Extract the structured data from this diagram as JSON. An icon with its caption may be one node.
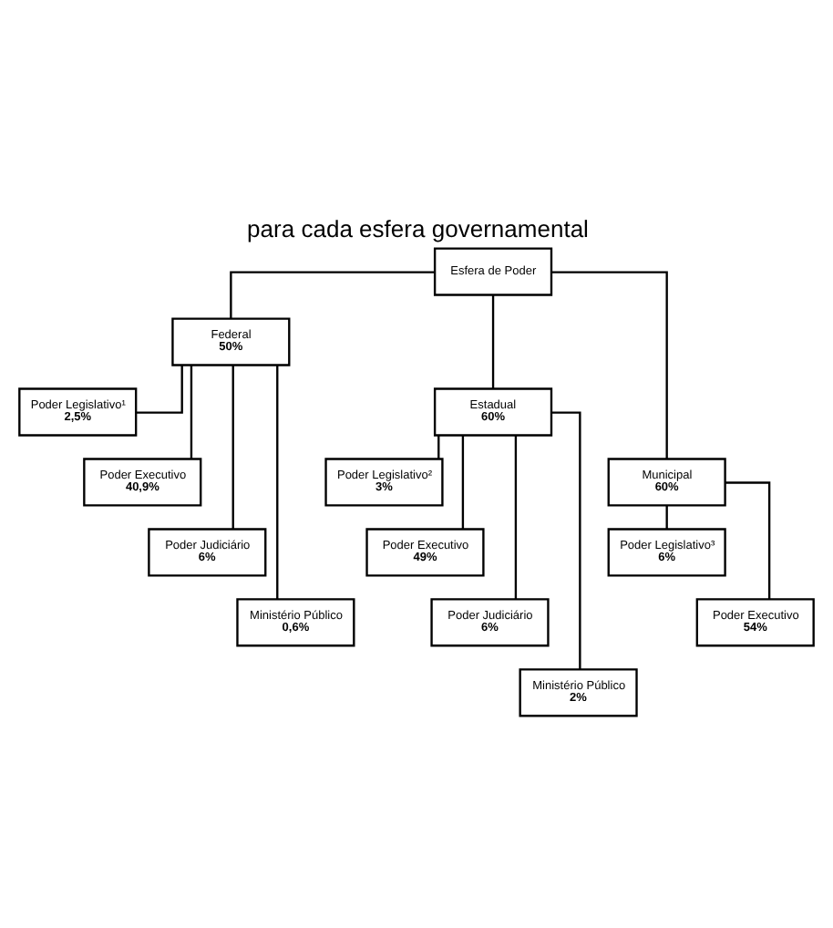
{
  "diagram": {
    "title": "para cada esfera governamental",
    "nodes": [
      {
        "text": [
          "Esfera de Poder"
        ]
      },
      {
        "text": [
          "Federal",
          "50%"
        ]
      },
      {
        "text": [
          "Estadual",
          "60%"
        ]
      },
      {
        "text": [
          "Municipal",
          "60%"
        ]
      },
      {
        "text": [
          "Poder Legislativo¹",
          "2,5%"
        ]
      },
      {
        "text": [
          "Poder Executivo",
          "40,9%"
        ]
      },
      {
        "text": [
          "Poder Judiciário",
          "6%"
        ]
      },
      {
        "text": [
          "Ministério Público",
          "0,6%"
        ]
      },
      {
        "text": [
          "Poder Legislativo²",
          "3%"
        ]
      },
      {
        "text": [
          "Poder Executivo",
          "49%"
        ]
      },
      {
        "text": [
          "Poder Judiciário",
          "6%"
        ]
      },
      {
        "text": [
          "Ministério Público",
          "2%"
        ]
      },
      {
        "text": [
          "Poder Legislativo³",
          "6%"
        ]
      },
      {
        "text": [
          "Poder Executivo",
          "54%"
        ]
      }
    ],
    "edges": [
      {
        "from": 0,
        "to": 1,
        "arrow": "none"
      },
      {
        "from": 0,
        "to": 2,
        "arrow": "none"
      },
      {
        "from": 0,
        "to": 3,
        "arrow": "none"
      },
      {
        "from": 1,
        "to": 4,
        "arrow": "none"
      },
      {
        "from": 1,
        "to": 5,
        "arrow": "none"
      },
      {
        "from": 1,
        "to": 6,
        "arrow": "none"
      },
      {
        "from": 1,
        "to": 7,
        "arrow": "none"
      },
      {
        "from": 2,
        "to": 8,
        "arrow": "none"
      },
      {
        "from": 2,
        "to": 9,
        "arrow": "none"
      },
      {
        "from": 2,
        "to": 10,
        "arrow": "none"
      },
      {
        "from": 2,
        "to": 11,
        "arrow": "none"
      },
      {
        "from": 3,
        "to": 12,
        "arrow": "none"
      },
      {
        "from": 3,
        "to": 13,
        "arrow": "none"
      }
    ]
  }
}
